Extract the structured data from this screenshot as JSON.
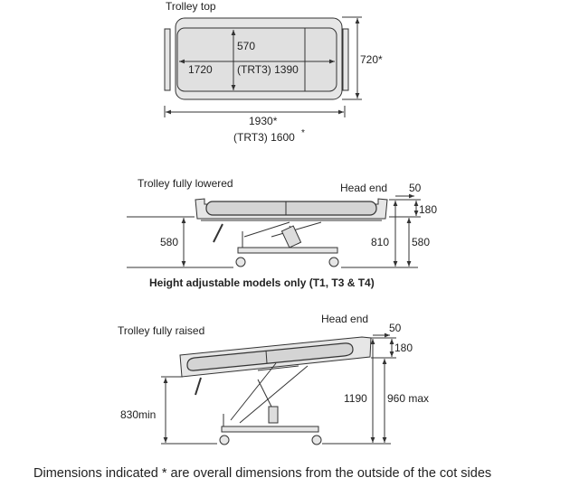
{
  "top_view": {
    "title": "Trolley top",
    "width_inner": "570",
    "length_inner": "1720",
    "length_inner_trt3": "(TRT3) 1390",
    "width_overall": "720*",
    "length_overall": "1930*",
    "length_overall_trt3": "(TRT3) 1600",
    "asterisk": "*"
  },
  "lowered_view": {
    "title": "Trolley fully lowered",
    "head_end": "Head end",
    "offset": "50",
    "side_height": "180",
    "height_left": "580",
    "height_total": "810",
    "height_right": "580"
  },
  "note": "Height adjustable models only (T1, T3 & T4)",
  "raised_view": {
    "title": "Trolley fully raised",
    "head_end": "Head end",
    "offset": "50",
    "side_height": "180",
    "height_min": "830min",
    "height_total": "1190",
    "height_max": "960 max"
  },
  "footer": "Dimensions indicated * are overall dimensions from the outside of the cot sides"
}
